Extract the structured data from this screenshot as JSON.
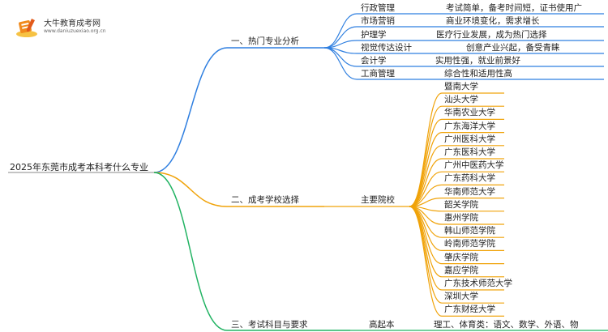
{
  "logo": {
    "title": "大牛教育成考网",
    "url": "www.daniuzuexiao.org.cn"
  },
  "root": "2025年东莞市成考本科考什么专业",
  "branches": [
    {
      "label": "一、热门专业分析",
      "color": "#2f7fe0",
      "children": [
        {
          "label": "行政管理",
          "desc": "考试简单，备考时间短，证书使用广"
        },
        {
          "label": "市场营销",
          "desc": "商业环境变化，需求增长"
        },
        {
          "label": "护理学",
          "desc": "医疗行业发展，成为热门选择"
        },
        {
          "label": "视觉传达设计",
          "desc": "创意产业兴起，备受青睐"
        },
        {
          "label": "会计学",
          "desc": "实用性强，就业前景好"
        },
        {
          "label": "工商管理",
          "desc": "综合性和适用性高"
        }
      ]
    },
    {
      "label": "二、成考学校选择",
      "color": "#f0a30a",
      "children": [
        {
          "label": "主要院校",
          "schools": [
            "暨南大学",
            "汕头大学",
            "华南农业大学",
            "广东海洋大学",
            "广州医科大学",
            "广东医科大学",
            "广州中医药大学",
            "广东药科大学",
            "华南师范大学",
            "韶关学院",
            "惠州学院",
            "韩山师范学院",
            "岭南师范学院",
            "肇庆学院",
            "嘉应学院",
            "广东技术师范大学",
            "深圳大学",
            "广东财经大学"
          ]
        }
      ]
    },
    {
      "label": "三、考试科目与要求",
      "color": "#22b363",
      "children": [
        {
          "label": "高起本",
          "desc": "理工、体育类：语文、数学、外语、物"
        }
      ]
    }
  ]
}
